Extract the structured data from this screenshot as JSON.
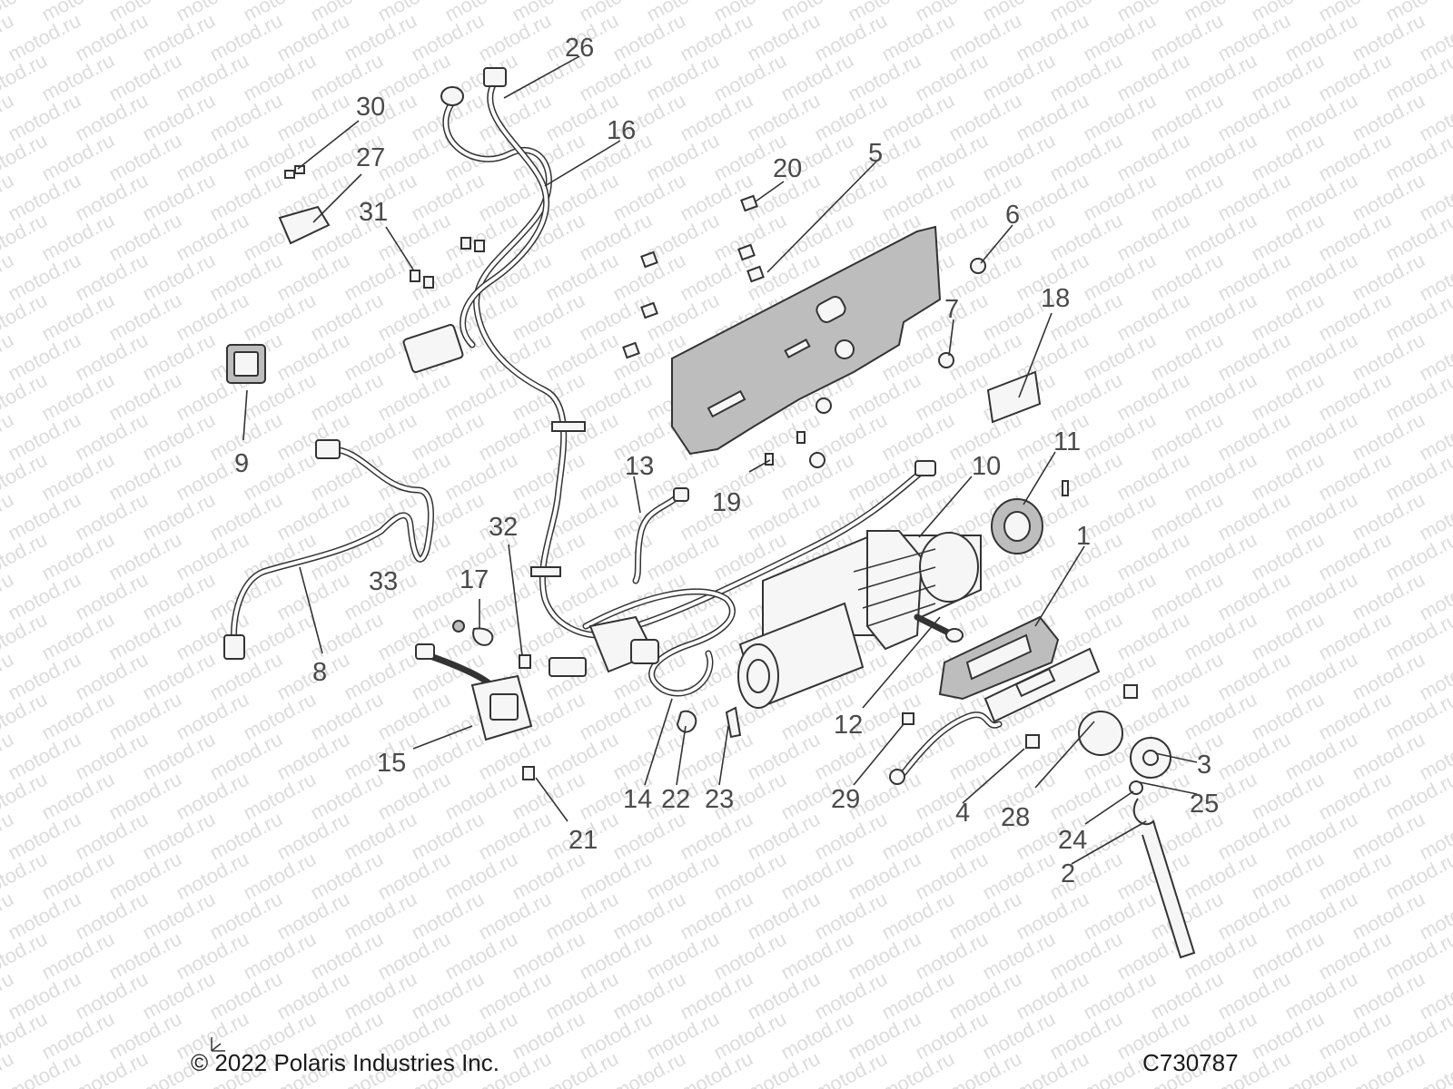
{
  "watermark": "motod.ru",
  "copyright": "© 2022 Polaris Industries Inc.",
  "drawing_number": "C730787",
  "callouts": [
    "1",
    "2",
    "3",
    "4",
    "5",
    "6",
    "7",
    "8",
    "9",
    "10",
    "11",
    "12",
    "13",
    "14",
    "15",
    "16",
    "17",
    "18",
    "19",
    "20",
    "21",
    "22",
    "23",
    "24",
    "25",
    "26",
    "27",
    "28",
    "29",
    "30",
    "31",
    "32",
    "33"
  ],
  "colors": {
    "line": "#333333",
    "callout": "#4a4a4a",
    "watermark": "#dcdcdc",
    "plate": "#bdbdbd"
  }
}
